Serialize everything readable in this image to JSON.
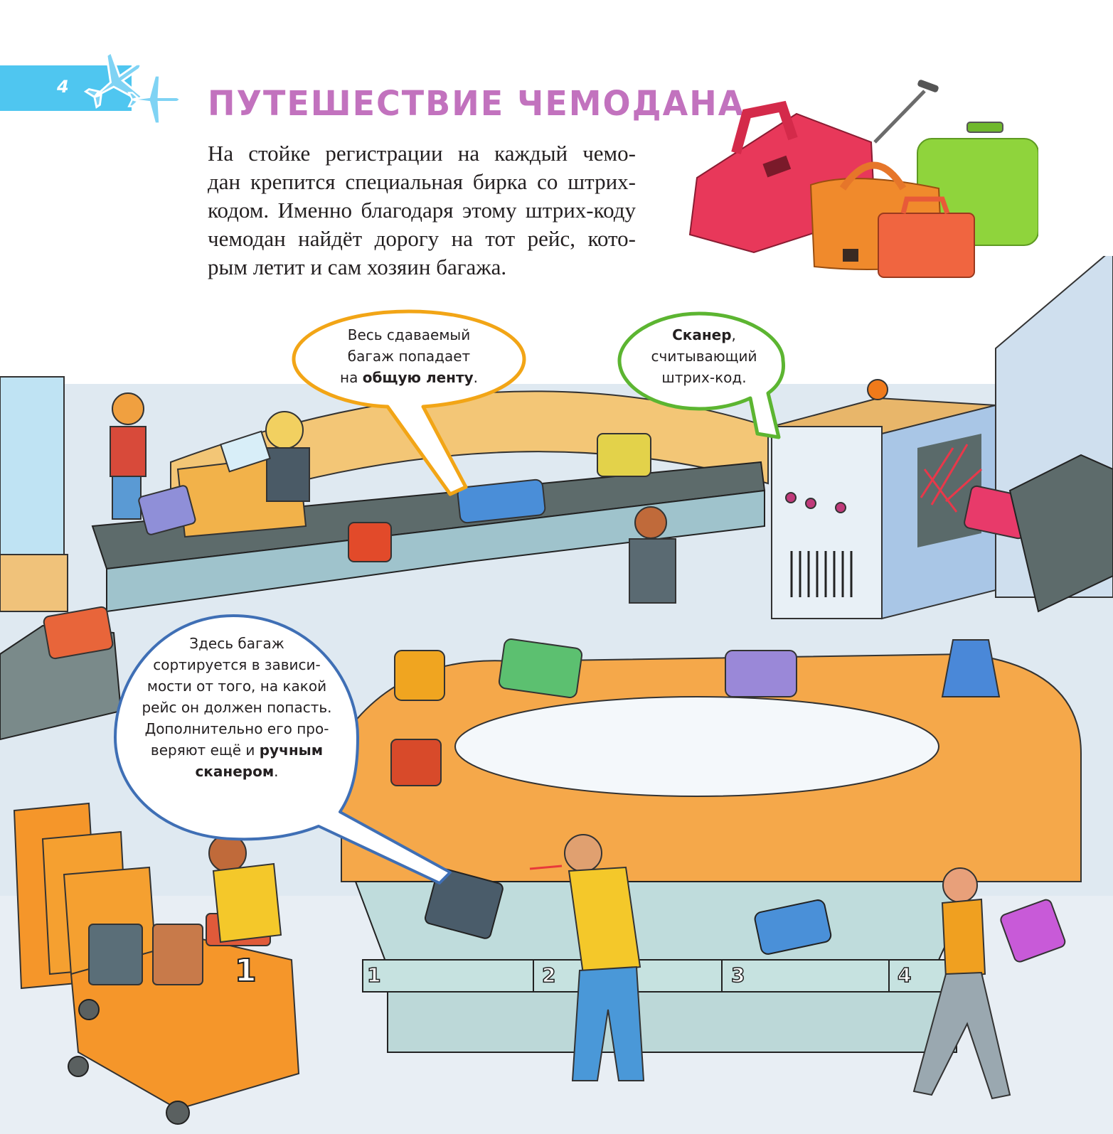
{
  "header": {
    "page_number": "4",
    "tab_color": "#4fc6f0",
    "decoration_icons": [
      "airplane-icon",
      "airplane-icon"
    ],
    "title": "ПУТЕШЕСТВИЕ ЧЕМОДАНА",
    "title_color": "#c272be"
  },
  "intro": {
    "lines": [
      "На стойке регистрации на каждый чемо-",
      "дан крепится специальная бирка со штрих-",
      "кодом. Именно благодаря этому штрих-коду",
      "чемодан найдёт дорогу на тот рейс, кото-",
      "рым летит и сам хозяин багажа."
    ]
  },
  "callouts": {
    "belt": {
      "border_color": "#f2a516",
      "line1": "Весь сдаваемый",
      "line2": "багаж попадает",
      "line3_prefix": "на ",
      "line3_bold": "общую ленту",
      "line3_suffix": "."
    },
    "scanner": {
      "border_color": "#5cb531",
      "line1_bold": "Сканер",
      "line1_suffix": ",",
      "line2": "считывающий",
      "line3": "штрих-код."
    },
    "sorting": {
      "border_color": "#3f6fb5",
      "line1": "Здесь багаж",
      "line2": "сортируется в зависи-",
      "line3": "мости от того, на какой",
      "line4": "рейс он должен попасть.",
      "line5": "Дополнительно его про-",
      "line6_prefix": "веряют ещё и ",
      "line6_bold": "ручным",
      "line7_bold": "сканером",
      "line7_suffix": "."
    }
  },
  "illustration": {
    "sorting_bins": [
      "1",
      "2",
      "3",
      "4"
    ],
    "cart_number": "1"
  }
}
